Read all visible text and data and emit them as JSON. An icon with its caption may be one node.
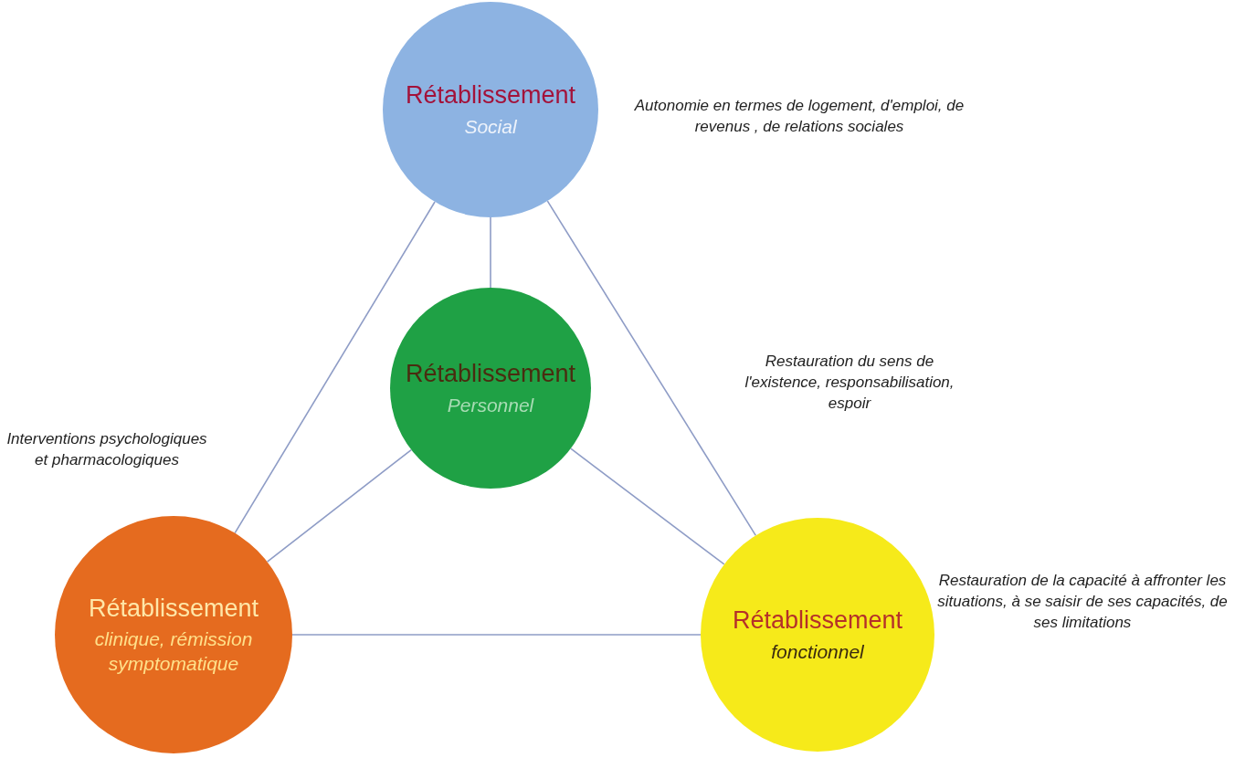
{
  "diagram": {
    "nodes": [
      {
        "text": [
          "Rétablissement",
          "Social"
        ],
        "beside": [
          "Autonomie en termes de logement, d'emploi, de revenus , de relations sociales"
        ]
      },
      {
        "text": [
          "Rétablissement",
          "Personnel"
        ]
      },
      {
        "text": [
          "Rétablissement",
          "clinique, rémission symptomatique"
        ],
        "beside": [
          "Interventions psychologiques et pharmacologiques"
        ]
      },
      {
        "text": [
          "Rétablissement",
          "fonctionnel"
        ],
        "beside": [
          "Restauration de la capacité à affronter les situations, à se saisir de ses capacités, de ses limitations"
        ]
      }
    ],
    "edges": [
      {
        "from": 0,
        "to": 1,
        "arrow": "none"
      },
      {
        "from": 0,
        "to": 2,
        "arrow": "none"
      },
      {
        "from": 0,
        "to": 3,
        "arrow": "none"
      },
      {
        "from": 1,
        "to": 2,
        "arrow": "none"
      },
      {
        "from": 1,
        "to": 3,
        "arrow": "none"
      },
      {
        "from": 2,
        "to": 3,
        "arrow": "none"
      }
    ],
    "labels": [
      "Restauration du sens de l'existence, responsabilisation, espoir"
    ]
  }
}
